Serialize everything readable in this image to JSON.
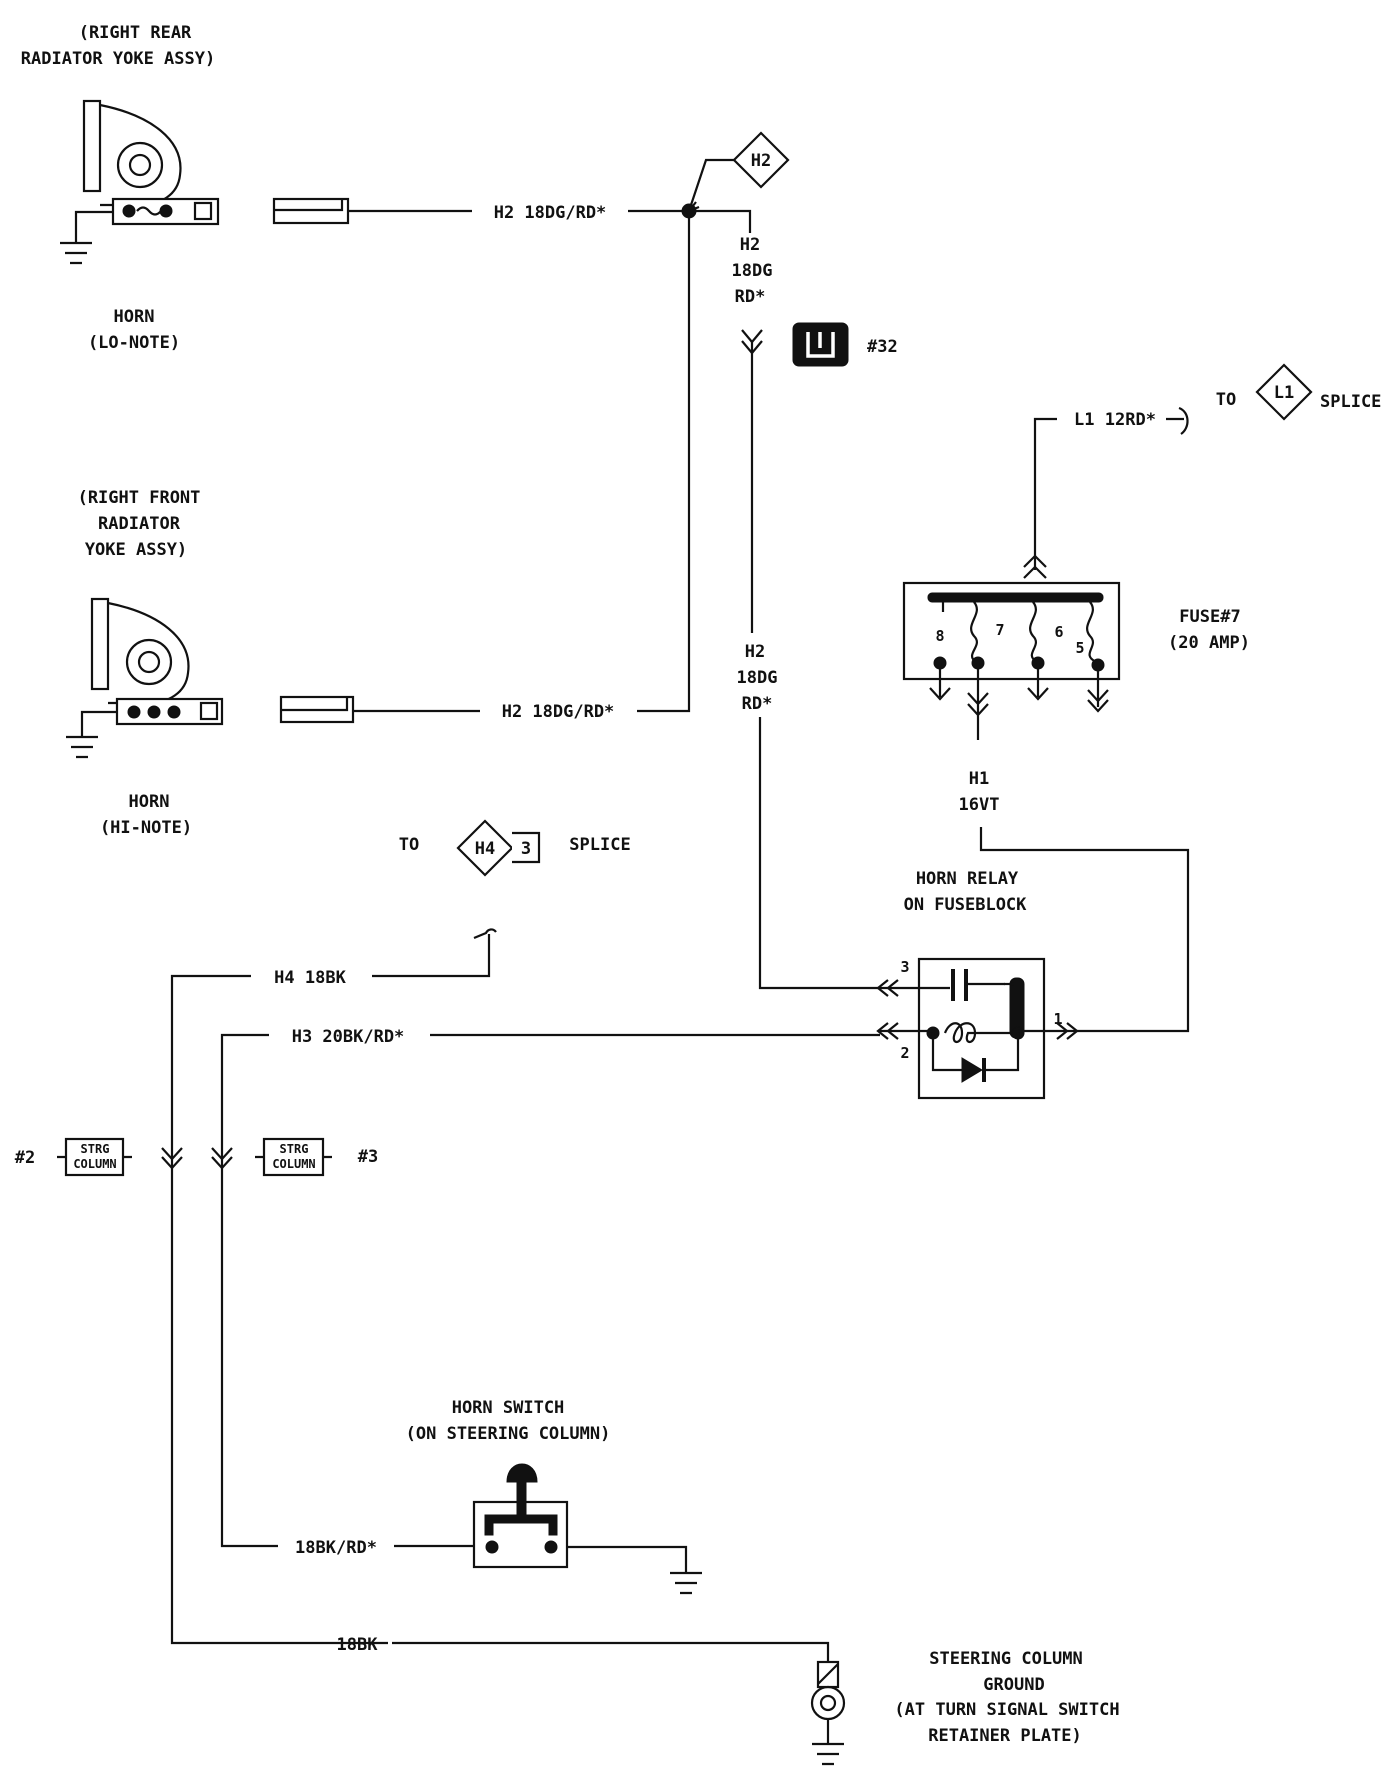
{
  "rear_horn": {
    "location_line1": "(RIGHT REAR",
    "location_line2": "RADIATOR YOKE ASSY)",
    "name": "HORN",
    "note": "(LO-NOTE)",
    "wire_label": "H2 18DG/RD*"
  },
  "front_horn": {
    "location_line1": "(RIGHT FRONT",
    "location_line2": "RADIATOR",
    "location_line3": "YOKE ASSY)",
    "name": "HORN",
    "note": "(HI-NOTE)",
    "wire_label": "H2 18DG/RD*"
  },
  "splice_h2": {
    "id": "H2",
    "wire_line1": "H2",
    "wire_line2": "18DG",
    "wire_line3": "RD*",
    "connector_ref": "#32",
    "lower_wire_line1": "H2",
    "lower_wire_line2": "18DG",
    "lower_wire_line3": "RD*"
  },
  "fuse": {
    "name": "FUSE#7",
    "rating": "(20 AMP)",
    "cavities": [
      "8",
      "7",
      "6",
      "5"
    ],
    "feed_wire": "L1 12RD*",
    "feed_to": "TO",
    "feed_splice": "L1",
    "feed_splice_text": "SPLICE",
    "out_wire_line1": "H1",
    "out_wire_line2": "16VT"
  },
  "relay": {
    "name_line1": "HORN RELAY",
    "name_line2": "ON FUSEBLOCK",
    "pins": [
      "3",
      "2",
      "1"
    ]
  },
  "h4_splice": {
    "to": "TO",
    "id": "H4",
    "num": "3",
    "text": "SPLICE"
  },
  "wires": {
    "h4": "H4 18BK",
    "h3": "H3 20BK/RD*",
    "switch_wire": "18BK/RD*",
    "ground_wire": "18BK"
  },
  "strg_connectors": [
    {
      "ref": "#2",
      "line1": "STRG",
      "line2": "COLUMN"
    },
    {
      "ref": "#3",
      "line1": "STRG",
      "line2": "COLUMN"
    }
  ],
  "horn_switch": {
    "line1": "HORN SWITCH",
    "line2": "(ON STEERING COLUMN)"
  },
  "steering_ground": {
    "line1": "STEERING COLUMN",
    "line2": "GROUND",
    "line3": "(AT TURN SIGNAL SWITCH",
    "line4": "RETAINER PLATE)"
  }
}
